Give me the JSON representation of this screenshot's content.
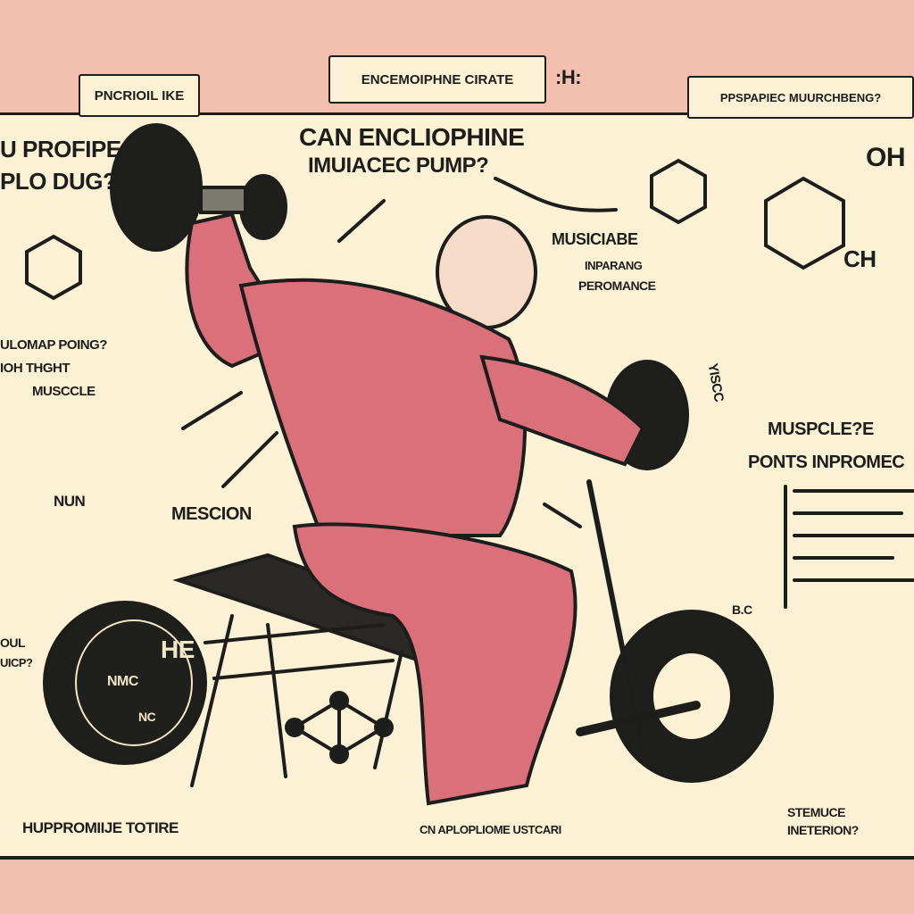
{
  "top_labels": {
    "left_box": "PNCRIOIL IKE",
    "center_box": "ENCEMOIPHNE CIRATE",
    "center_suffix": ":H:",
    "right_box": "PPSPAPIEC MUURCHBENG?"
  },
  "labels": {
    "question_main_1": "CAN ENCLIOPHINE",
    "question_main_2": "IMUIACEC PUMP?",
    "left_question_1": "U PROFIPE",
    "left_question_2": "PLO DUG?",
    "left_mid_1": "ULOMAP POING?",
    "left_mid_2": "IOH THGHT",
    "left_mid_3": "MUSCCLE",
    "nun": "NUN",
    "mescion": "MESCION",
    "musiciabe": "MUSICIABE",
    "inparang": "INPARANG",
    "peromance": "PEROMANCE",
    "muspcle": "MUSPCLE?E",
    "ponts": "PONTS INPROMEC",
    "oh": "OH",
    "ch": "CH",
    "he_plate": "HE",
    "nmc_plate": "NMC",
    "nc_plate": "NC",
    "oul": "OUL",
    "uicp": "UICP?",
    "bc": "B.C",
    "bottom_left": "HUPPROMIIJE TOTIRE",
    "bottom_center": "CN APLOPLIOME USTCARI",
    "bottom_right_1": "STEMUCE",
    "bottom_right_2": "INETERION?",
    "ytsc": "YISCC"
  },
  "colors": {
    "border_pink": "#f3c0b0",
    "panel_cream": "#fbf1d4",
    "ink": "#1d1d1b",
    "muscle": "#d9707a",
    "muscle_light": "#eea3a2"
  }
}
